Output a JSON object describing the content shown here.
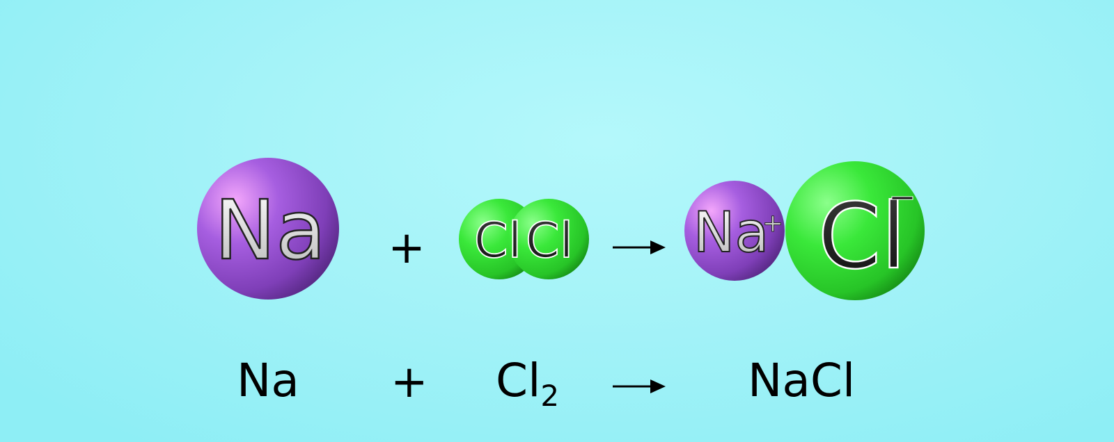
{
  "models": {
    "sodium_atom_label": "Na",
    "chlorine_atom_label_1": "Cl",
    "chlorine_atom_label_2": "Cl",
    "sodium_ion_label": "Na",
    "sodium_ion_charge": "+",
    "chloride_ion_label": "Cl",
    "chloride_ion_charge": "−",
    "plus_sign": "+"
  },
  "equation": {
    "reactant_1": "Na",
    "plus": "+",
    "reactant_2": "Cl",
    "reactant_2_subscript": "2",
    "product": "NaCl"
  },
  "colors": {
    "sodium": "#9b4fd6",
    "chlorine": "#2fe02f",
    "background": "#a5f3f8",
    "text": "#000000"
  }
}
